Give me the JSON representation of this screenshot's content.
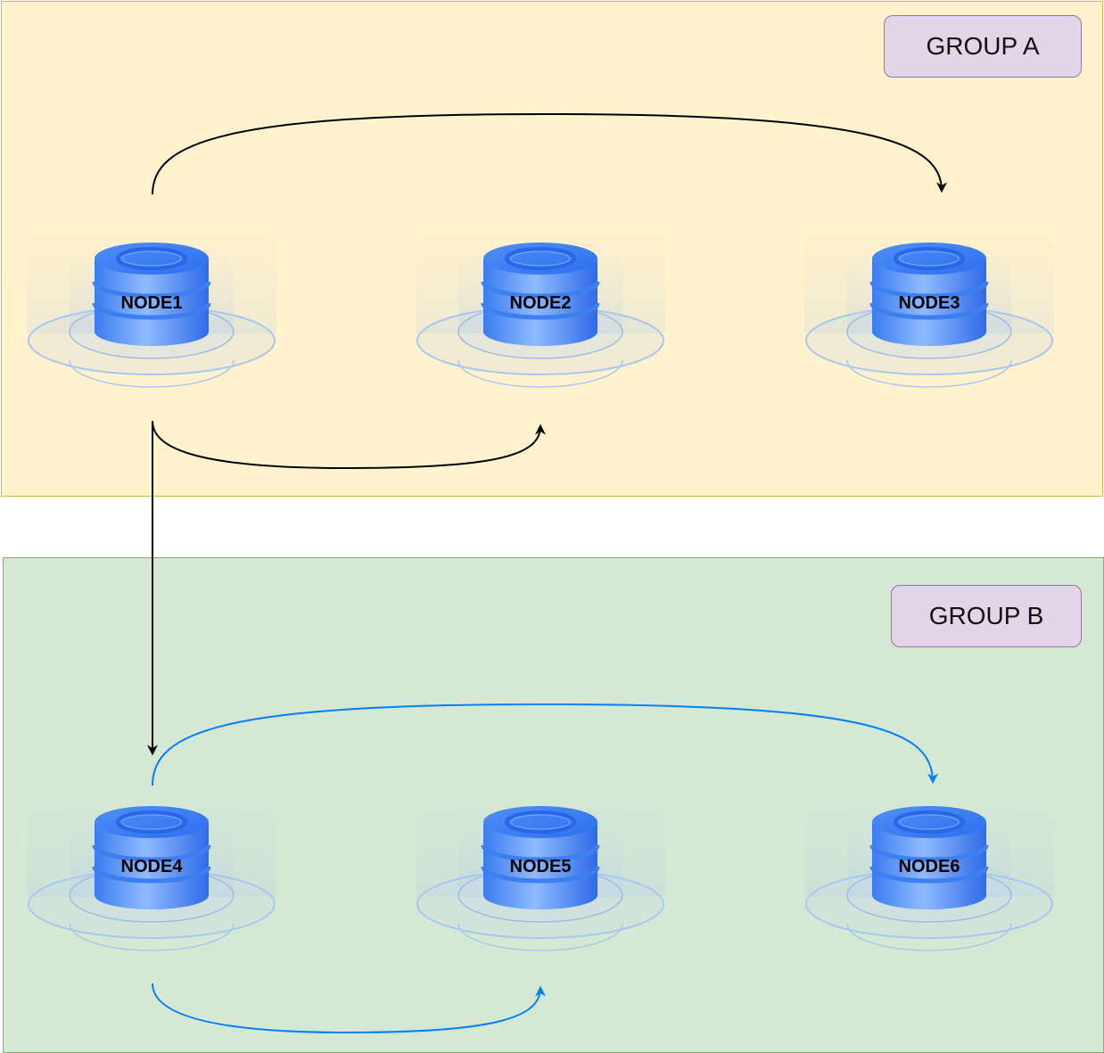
{
  "groups": [
    {
      "id": "group-a",
      "label": "GROUP A",
      "fill": "#fff2cc",
      "stroke": "#d6b656"
    },
    {
      "id": "group-b",
      "label": "GROUP B",
      "fill": "#d5e8d4",
      "stroke": "#82b366"
    }
  ],
  "label_box_colors": {
    "fill": "#e1d5e7",
    "stroke": "#9673a6"
  },
  "nodes": [
    {
      "id": "node1",
      "label": "NODE1",
      "group": "group-a",
      "icon": "database-icon"
    },
    {
      "id": "node2",
      "label": "NODE2",
      "group": "group-a",
      "icon": "database-icon"
    },
    {
      "id": "node3",
      "label": "NODE3",
      "group": "group-a",
      "icon": "database-icon"
    },
    {
      "id": "node4",
      "label": "NODE4",
      "group": "group-b",
      "icon": "database-icon"
    },
    {
      "id": "node5",
      "label": "NODE5",
      "group": "group-b",
      "icon": "database-icon"
    },
    {
      "id": "node6",
      "label": "NODE6",
      "group": "group-b",
      "icon": "database-icon"
    }
  ],
  "edges": [
    {
      "from": "node1",
      "to": "node3",
      "color": "#000000"
    },
    {
      "from": "node1",
      "to": "node2",
      "color": "#000000"
    },
    {
      "from": "node1",
      "to": "node4",
      "color": "#000000"
    },
    {
      "from": "node4",
      "to": "node6",
      "color": "#007fff"
    },
    {
      "from": "node4",
      "to": "node5",
      "color": "#007fff"
    }
  ]
}
